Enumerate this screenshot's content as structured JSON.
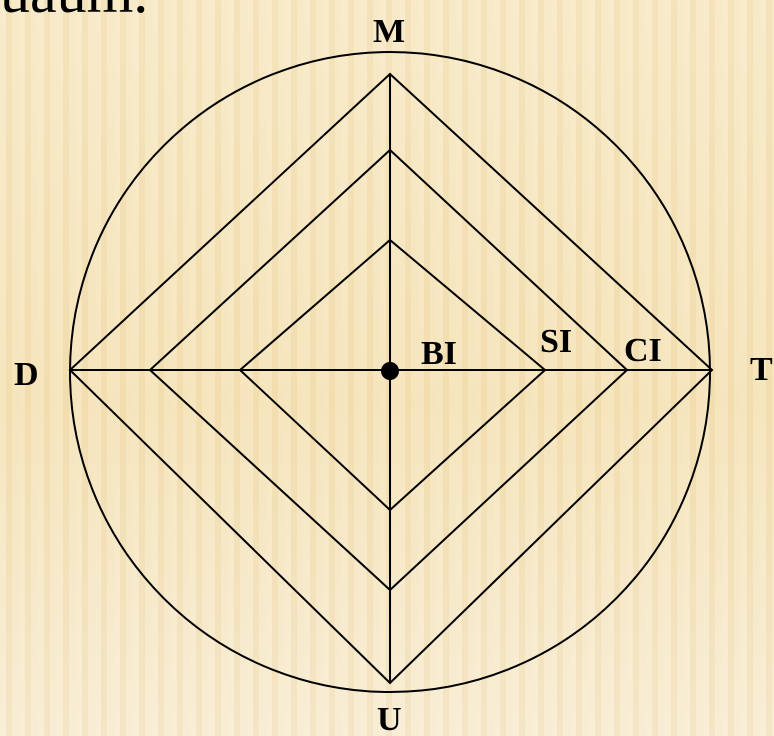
{
  "header": {
    "partial_text": "uaum."
  },
  "diagram": {
    "labels": {
      "top": "M",
      "bottom": "U",
      "left": "D",
      "right": "T",
      "center": "BI",
      "inner_right": "SI",
      "outer_right": "CI"
    },
    "line_color": "#000000"
  }
}
